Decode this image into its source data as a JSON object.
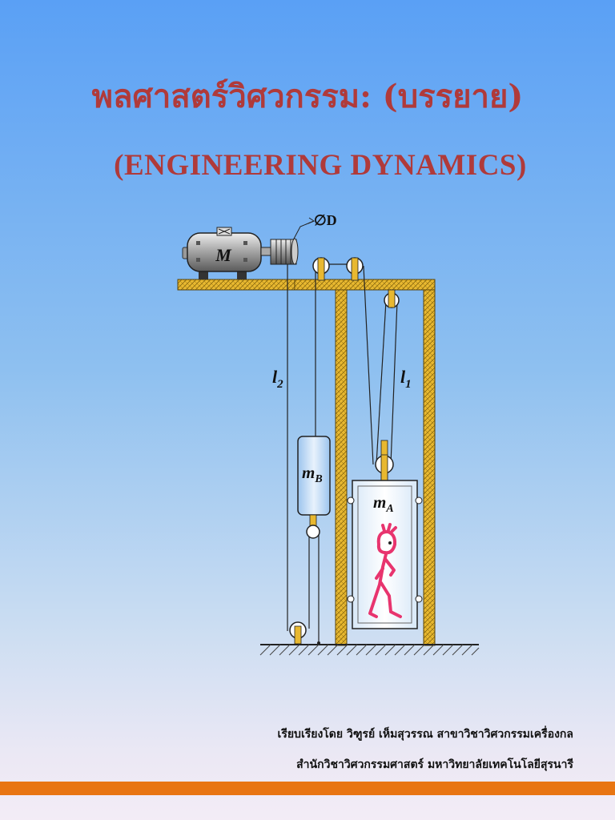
{
  "title_th": "พลศาสตร์วิศวกรรม: (บรรยาย)",
  "title_en": "(ENGINEERING DYNAMICS)",
  "figure": {
    "motor_label": "M",
    "diameter_label": "∅D",
    "l2_base": "l",
    "l2_sub": "2",
    "l1_base": "l",
    "l1_sub": "1",
    "mb_base": "m",
    "mb_sub": "B",
    "ma_base": "m",
    "ma_sub": "A"
  },
  "credit": {
    "line1": "เรียบเรียงโดย วิฑูรย์  เห็มสุวรรณ    สาขาวิชาวิศวกรรมเครื่องกล",
    "line2": "สำนักวิชาวิศวกรรมศาสตร์ มหาวิทยาลัยเทคโนโลยีสุรนารี"
  },
  "colors": {
    "title": "#b03a3a",
    "structure": "#e8b830",
    "accent_bar": "#e87512",
    "person": "#e8346e"
  }
}
